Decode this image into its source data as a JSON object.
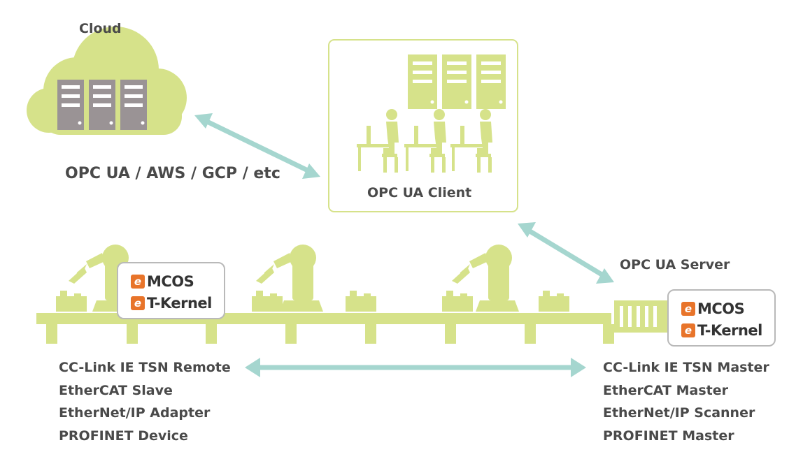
{
  "labels": {
    "cloud": "Cloud",
    "protocols": "OPC UA / AWS / GCP / etc",
    "client": "OPC UA Client",
    "server": "OPC UA Server"
  },
  "os_badges": {
    "mcos": "MCOS",
    "tkernel": "T-Kernel"
  },
  "device_protocols": [
    "CC-Link IE TSN Remote",
    "EtherCAT Slave",
    "EtherNet/IP Adapter",
    "PROFINET Device"
  ],
  "master_protocols": [
    "CC-Link IE TSN Master",
    "EtherCAT Master",
    "EtherNet/IP Scanner",
    "PROFINET Master"
  ],
  "colors": {
    "accent": "#d6e28a",
    "arrow": "#a5d6cf",
    "server_rack": "#9a9395",
    "text": "#4a4a4a",
    "logo": "#e8742a"
  }
}
